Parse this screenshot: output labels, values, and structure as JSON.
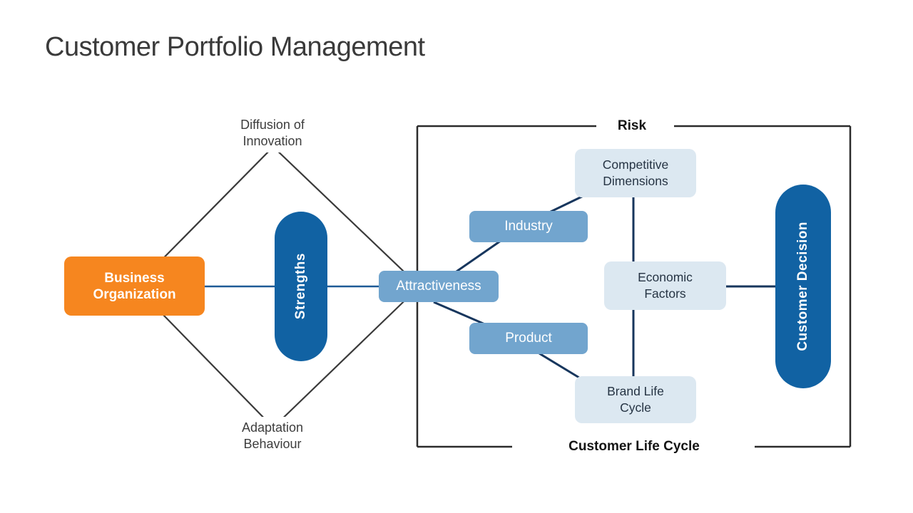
{
  "title": "Customer Portfolio Management",
  "colors": {
    "orange": "#F6861F",
    "dark_blue": "#1162A3",
    "mid_blue": "#72A5CE",
    "light_blue": "#DCE8F1",
    "connector_navy": "#17365D",
    "connector_blue": "#1E5A96",
    "frame_line": "#2B2B2B",
    "diamond_line": "#3A3A3A"
  },
  "nodes": {
    "business_organization": {
      "label": "Business Organization"
    },
    "strengths": {
      "label": "Strengths"
    },
    "attractiveness": {
      "label": "Attractiveness"
    },
    "industry": {
      "label": "Industry"
    },
    "product": {
      "label": "Product"
    },
    "competitive_dimensions": {
      "label": "Competitive Dimensions"
    },
    "economic_factors": {
      "label": "Economic Factors"
    },
    "brand_life_cycle": {
      "label": "Brand Life Cycle"
    },
    "customer_decision": {
      "label": "Customer Decision"
    }
  },
  "annotations": {
    "diffusion_of_innovation": "Diffusion of Innovation",
    "adaptation_behaviour": "Adaptation Behaviour",
    "risk": "Risk",
    "customer_life_cycle": "Customer Life Cycle"
  }
}
